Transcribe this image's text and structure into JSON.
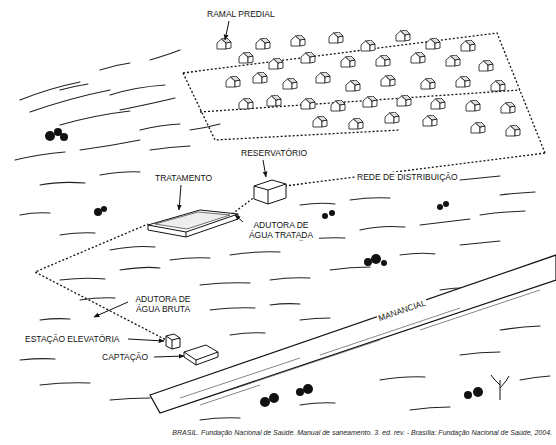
{
  "diagram": {
    "caption": "BRASIL. Fundação Nacional de Saúde. Manual de saneamento. 3. ed. rev. - Brasília: Fundação Nacional de Saúde, 2004.",
    "labels": [
      "RAMAL PREDIAL",
      "RESERVATÓRIO",
      "TRATAMENTO",
      "REDE DE DISTRIBUIÇÃO",
      "ADUTORA DE ÁGUA TRATADA",
      "ADUTORA DE ÁGUA BRUTA",
      "MANANCIAL",
      "ESTAÇÃO ELEVATÓRIA",
      "CAPTAÇÃO"
    ]
  }
}
